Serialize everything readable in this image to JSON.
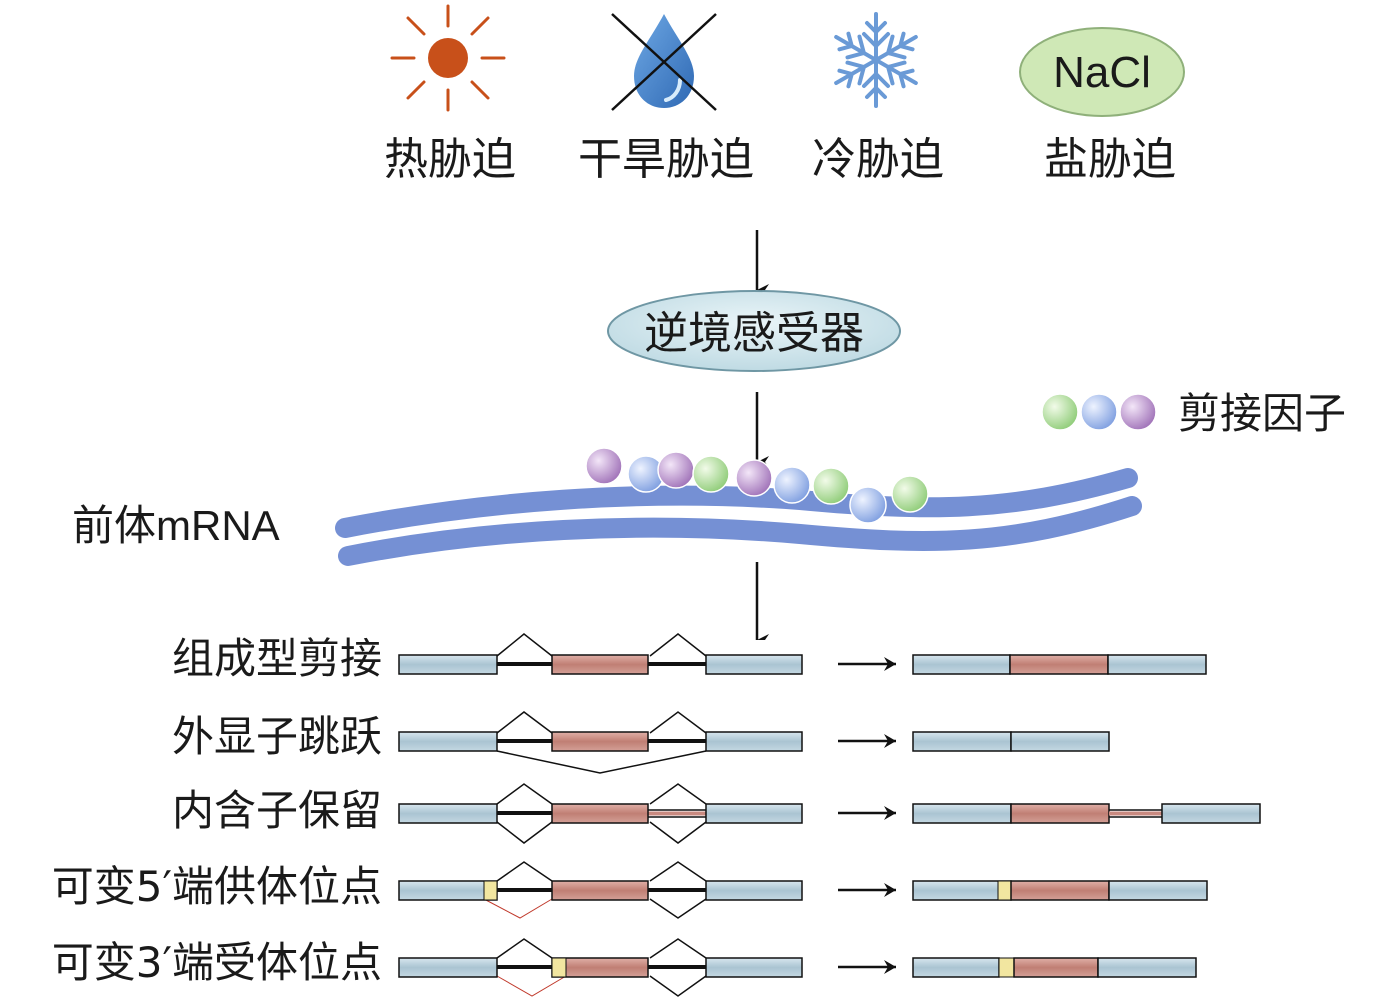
{
  "stresses": [
    {
      "label": "热胁迫",
      "icon": "sun-icon"
    },
    {
      "label": "干旱胁迫",
      "icon": "crossed-water-drop-icon"
    },
    {
      "label": "冷胁迫",
      "icon": "snowflake-icon"
    },
    {
      "label": "盐胁迫",
      "icon": "nacl-ellipse-icon",
      "icon_text": "NaCl"
    }
  ],
  "receptor": {
    "label": "逆境感受器"
  },
  "splicing_factor": {
    "label": "剪接因子"
  },
  "pre_mrna": {
    "label": "前体mRNA"
  },
  "splicing_types": [
    {
      "label": "组成型剪接"
    },
    {
      "label": "外显子跳跃"
    },
    {
      "label": "内含子保留"
    },
    {
      "label": "可变5′端供体位点"
    },
    {
      "label": "可变3′端受体位点"
    }
  ],
  "colors": {
    "sun": "#c8501a",
    "drop": "#3a78c0",
    "snowflake": "#6a9ad6",
    "nacl_fill": "#cfe8b6",
    "receptor_fill": "#cfe4ea",
    "mrna": "#7590d4",
    "exon_blue": "#b4ccd8",
    "exon_red": "#c98a80",
    "splice_site": "#f2e6a0",
    "factor_green": "#aedc9a",
    "factor_blue": "#9fb8ec",
    "factor_purple": "#b58cc6"
  }
}
